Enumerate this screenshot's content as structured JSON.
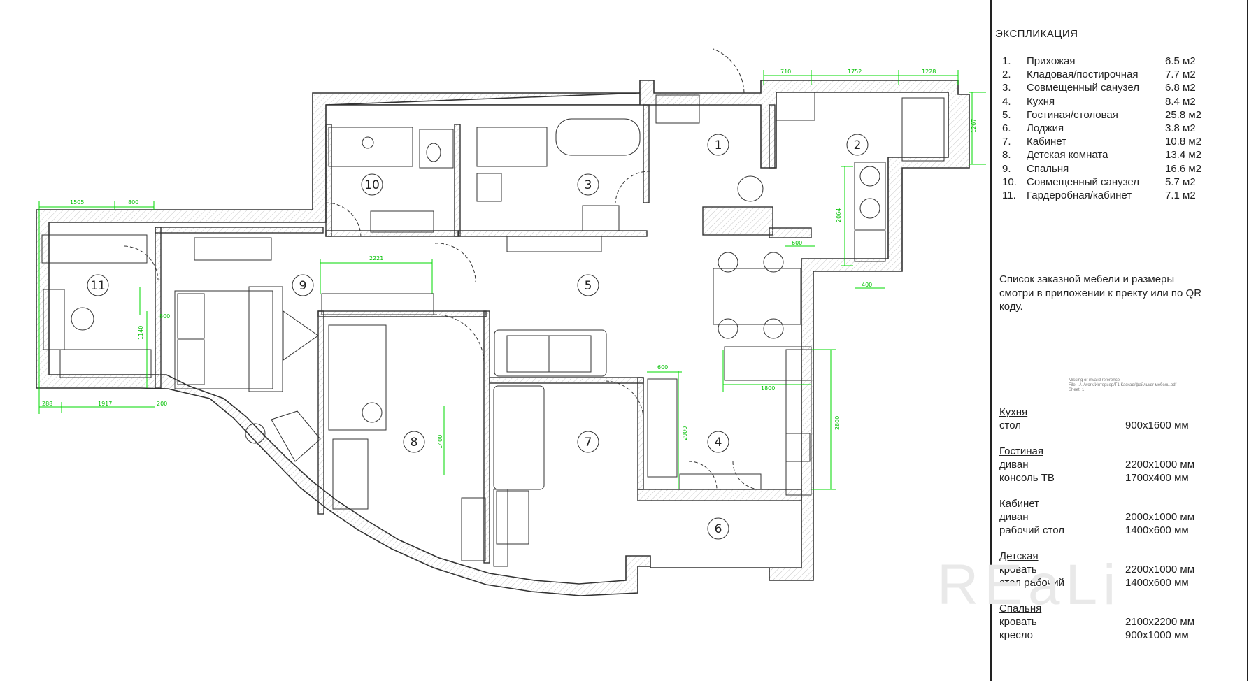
{
  "explication": {
    "title": "ЭКСПЛИКАЦИЯ",
    "rooms": [
      {
        "num": "1.",
        "name": "Прихожая",
        "area": "6.5  м2"
      },
      {
        "num": "2.",
        "name": "Кладовая/постирочная",
        "area": "7.7  м2"
      },
      {
        "num": "3.",
        "name": "Совмещенный санузел",
        "area": "6.8  м2"
      },
      {
        "num": "4.",
        "name": "Кухня",
        "area": "8.4  м2"
      },
      {
        "num": "5.",
        "name": "Гостиная/столовая",
        "area": "25.8   м2"
      },
      {
        "num": "6.",
        "name": "Лоджия",
        "area": "3.8  м2"
      },
      {
        "num": "7.",
        "name": "Кабинет",
        "area": "10.8 м2"
      },
      {
        "num": "8.",
        "name": "Детская комната",
        "area": "13.4 м2"
      },
      {
        "num": "9.",
        "name": "Спальня",
        "area": "16.6 м2"
      },
      {
        "num": "10.",
        "name": "Совмещенный санузел",
        "area": "5.7  м2"
      },
      {
        "num": "11.",
        "name": "Гардеробная/кабинет",
        "area": "7.1   м2"
      }
    ]
  },
  "note": "Список заказной мебели и размеры смотри в приложении к пректу или  по  QR коду.",
  "tiny_ref": [
    "Missing or invalid reference",
    "File: ../../work/Интерьер/Т1.Каскад/файлы/qr мебель.pdf",
    "Sheet: 1"
  ],
  "furniture": [
    {
      "room": "Кухня",
      "items": [
        {
          "label": "стол",
          "size": "900х1600 мм"
        }
      ]
    },
    {
      "room": "Гостиная",
      "items": [
        {
          "label": "диван",
          "size": "2200х1000 мм"
        },
        {
          "label": "консоль ТВ",
          "size": "1700х400 мм"
        }
      ]
    },
    {
      "room": "Кабинет",
      "items": [
        {
          "label": "диван",
          "size": "2000х1000 мм"
        },
        {
          "label": "рабочий стол",
          "size": " 1400х600 мм"
        }
      ]
    },
    {
      "room": "Детская",
      "items": [
        {
          "label": "кровать",
          "size": "2200х1000 мм"
        },
        {
          "label": "стол рабочий",
          "size": " 1400х600 мм"
        }
      ]
    },
    {
      "room": "Спальня",
      "items": [
        {
          "label": "кровать",
          "size": "2100х2200 мм"
        },
        {
          "label": "кресло",
          "size": " 900х1000 мм"
        }
      ]
    }
  ],
  "watermark": "REaLi",
  "plan": {
    "room_numbers": [
      "1",
      "2",
      "3",
      "4",
      "5",
      "6",
      "7",
      "8",
      "9",
      "10",
      "11"
    ],
    "dimensions": [
      "1505",
      "800",
      "2221",
      "710",
      "1752",
      "1228",
      "1267",
      "2064",
      "600",
      "400",
      "1800",
      "600",
      "2800",
      "2900",
      "1400",
      "800",
      "1140",
      "288",
      "1917",
      "200"
    ]
  },
  "colors": {
    "wall": "#333333",
    "dimension": "#00d800",
    "hatch": "#bbbbbb"
  }
}
